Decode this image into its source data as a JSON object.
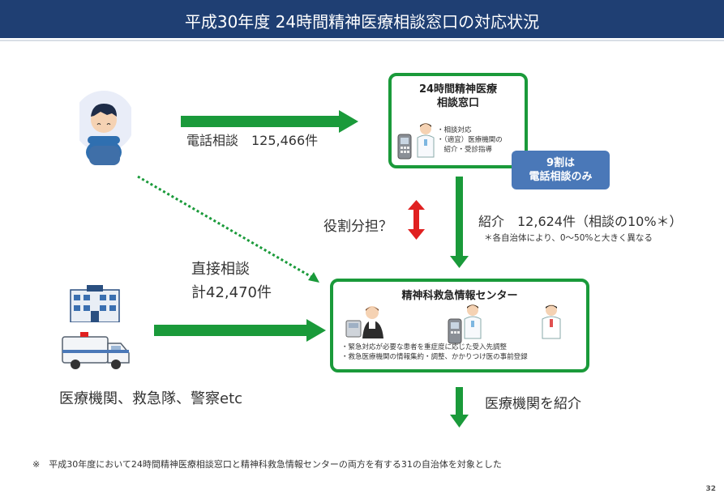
{
  "header": {
    "title": "平成30年度 24時間精神医療相談窓口の対応状況"
  },
  "nodes": {
    "consult_window": {
      "title_line1": "24時間精神医療",
      "title_line2": "相談窓口",
      "items": [
        "・相談対応",
        "・（適宜）医療機関の",
        "　紹介・受診指導"
      ]
    },
    "badge": {
      "line1": "9割は",
      "line2": "電話相談のみ"
    },
    "emergency_center": {
      "title": "精神科救急情報センター",
      "items": [
        "・緊急対応が必要な患者を重症度に応じた受入先調整",
        "・救急医療機関の情報集約・調整、かかりつけ医の事前登録"
      ]
    }
  },
  "labels": {
    "phone": "電話相談　125,466件",
    "role": "役割分担？",
    "referral": "紹介　12,624件（相談の10%＊）",
    "referral_note": "＊各自治体により、0～50%と大きく異なる",
    "direct_line1": "直接相談",
    "direct_line2": "計42,470件",
    "hospitals": "医療機関、救急隊、警察etc",
    "to_medical": "医療機関を紹介"
  },
  "footnote": "※　平成30年度において24時間精神医療相談窓口と精神科救急情報センターの両方を有する31の自治体を対象とした",
  "page_number": "32",
  "colors": {
    "header": "#1f3f73",
    "green": "#1a9a3a",
    "red": "#e02020",
    "badge": "#4a78b8"
  },
  "icons": [
    "worried-person-icon",
    "hospital-building-icon",
    "ambulance-icon",
    "phone-icon",
    "nurse-icon",
    "operator-icon",
    "doctor-icon"
  ]
}
